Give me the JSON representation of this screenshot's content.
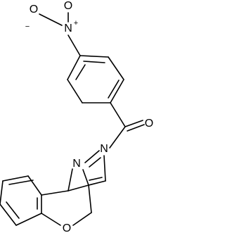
{
  "molecule": {
    "atoms": {
      "o_minus": {
        "symbol": "O",
        "charge": "−"
      },
      "n_nitro": {
        "symbol": "N",
        "charge": "+"
      },
      "o_nitro": {
        "symbol": "O"
      },
      "o_carbonyl": {
        "symbol": "O"
      },
      "n_pyrazole_1": {
        "symbol": "N"
      },
      "n_pyrazole_2": {
        "symbol": "N"
      },
      "o_ether": {
        "symbol": "O"
      }
    }
  }
}
